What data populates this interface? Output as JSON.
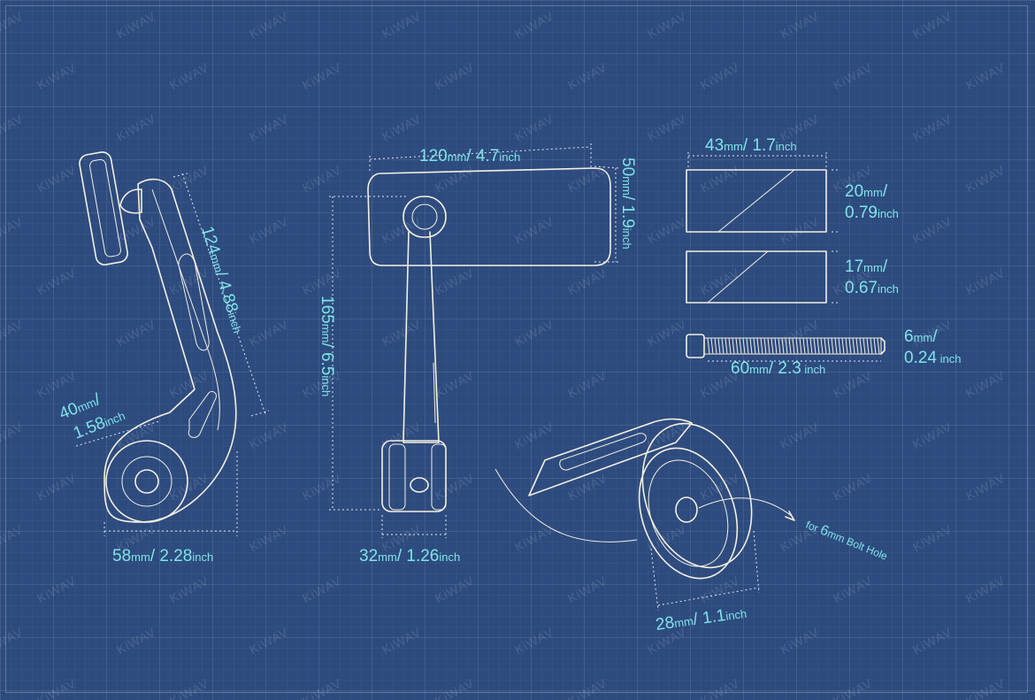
{
  "watermark": "KiWAV",
  "colors": {
    "background": "#2d4b7e",
    "line": "#f4efe2",
    "label": "#7fe3e8"
  },
  "dimensions": {
    "arm_length": {
      "mm": "124",
      "mm_unit": "mm",
      "inch": "4.88",
      "inch_unit": "inch"
    },
    "clamp_width": {
      "mm": "40",
      "mm_unit": "mm",
      "inch": "1.58",
      "inch_unit": "inch"
    },
    "base_width": {
      "mm": "58",
      "mm_unit": "mm",
      "inch": "2.28",
      "inch_unit": "inch"
    },
    "mirror_width": {
      "mm": "120",
      "mm_unit": "mm",
      "inch": "4.7",
      "inch_unit": "inch"
    },
    "mirror_height": {
      "mm": "50",
      "mm_unit": "mm",
      "inch": "1.9",
      "inch_unit": "inch"
    },
    "total_height": {
      "mm": "165",
      "mm_unit": "mm",
      "inch": "6.5",
      "inch_unit": "inch"
    },
    "stem_width": {
      "mm": "32",
      "mm_unit": "mm",
      "inch": "1.26",
      "inch_unit": "inch"
    },
    "spacer_width": {
      "mm": "43",
      "mm_unit": "mm",
      "inch": "1.7",
      "inch_unit": "inch"
    },
    "spacer_large": {
      "mm": "20",
      "mm_unit": "mm",
      "inch": "0.79",
      "inch_unit": "inch"
    },
    "spacer_small": {
      "mm": "17",
      "mm_unit": "mm",
      "inch": "0.67",
      "inch_unit": "inch"
    },
    "bolt_length": {
      "mm": "60",
      "mm_unit": "mm",
      "inch": "2.3",
      "inch_unit": "inch"
    },
    "bolt_diameter": {
      "mm": "6",
      "mm_unit": "mm",
      "inch": "0.24",
      "inch_unit": "inch"
    },
    "hole_diameter": {
      "mm": "28",
      "mm_unit": "mm",
      "inch": "1.1",
      "inch_unit": "inch"
    }
  },
  "bolt_hole_note": {
    "prefix": "for ",
    "size": "6",
    "unit": "mm",
    "suffix": " Bolt Hole"
  }
}
